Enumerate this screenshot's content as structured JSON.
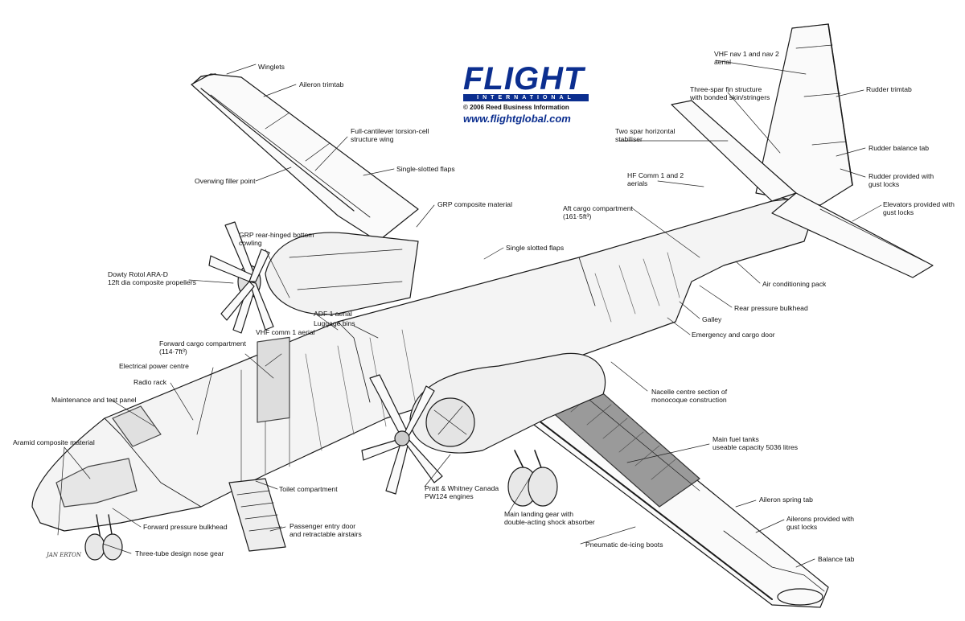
{
  "logo": {
    "wordmark": "FLIGHT",
    "subtitle": "INTERNATIONAL",
    "copyright": "© 2006 Reed Business Information",
    "url": "www.flightglobal.com"
  },
  "artist_signature": "JAN ERTON",
  "labels": {
    "winglets": [
      "Winglets"
    ],
    "aileron_trimtab": [
      "Aileron trimtab"
    ],
    "torsion_wing": [
      "Full-cantilever torsion-cell",
      "structure wing"
    ],
    "filler_point": [
      "Overwing filler point"
    ],
    "single_slotted_flaps_1": [
      "Single-slotted flaps"
    ],
    "grp_composite": [
      "GRP composite material"
    ],
    "single_slotted_flaps_2": [
      "Single slotted flaps"
    ],
    "grp_cowling": [
      "GRP rear-hinged bottom",
      "cowling"
    ],
    "propellers": [
      "Dowty Rotol ARA-D",
      "12ft dia composite propellers"
    ],
    "adf_aerial": [
      "ADF 1 aerial"
    ],
    "luggage_bins": [
      "Luggage bins"
    ],
    "vhf_comm": [
      "VHF comm 1 aerial"
    ],
    "forward_cargo": [
      "Forward cargo compartment",
      "(114·7ft³)"
    ],
    "electrical_power": [
      "Electrical power centre"
    ],
    "radio_rack": [
      "Radio rack"
    ],
    "maintenance_panel": [
      "Maintenance and test panel"
    ],
    "aramid": [
      "Aramid composite material"
    ],
    "toilet": [
      "Toilet compartment"
    ],
    "forward_bulkhead": [
      "Forward pressure bulkhead"
    ],
    "passenger_door": [
      "Passenger entry door",
      "and retractable airstairs"
    ],
    "nose_gear": [
      "Three-tube design nose gear"
    ],
    "engines": [
      "Pratt & Whitney Canada",
      "PW124 engines"
    ],
    "main_gear": [
      "Main landing gear with",
      "double-acting shock absorber"
    ],
    "deicing": [
      "Pneumatic de-icing boots"
    ],
    "fuel_tanks": [
      "Main fuel tanks",
      "useable capacity 5036 litres"
    ],
    "nacelle": [
      "Nacelle centre section of",
      "monocoque construction"
    ],
    "aileron_spring": [
      "Aileron spring tab"
    ],
    "ailerons_gust": [
      "Ailerons provided with",
      "gust locks"
    ],
    "balance_tab": [
      "Balance tab"
    ],
    "emergency_door": [
      "Emergency and cargo door"
    ],
    "galley": [
      "Galley"
    ],
    "rear_bulkhead": [
      "Rear pressure bulkhead"
    ],
    "air_conditioning": [
      "Air conditioning pack"
    ],
    "aft_cargo": [
      "Aft cargo compartment",
      "(161·5ft³)"
    ],
    "hf_comm": [
      "HF Comm 1 and 2",
      "aerials"
    ],
    "horizontal_stabiliser": [
      "Two spar horizontal",
      "stabiliser"
    ],
    "fin_structure": [
      "Three-spar fin structure",
      "with bonded skin/stringers"
    ],
    "vhf_nav": [
      "VHF nav 1 and nav 2",
      "aerial"
    ],
    "rudder_trimtab": [
      "Rudder trimtab"
    ],
    "rudder_balance": [
      "Rudder balance tab"
    ],
    "rudder_gust": [
      "Rudder provided with",
      "gust locks"
    ],
    "elevators_gust": [
      "Elevators provided with",
      "gust locks"
    ]
  }
}
